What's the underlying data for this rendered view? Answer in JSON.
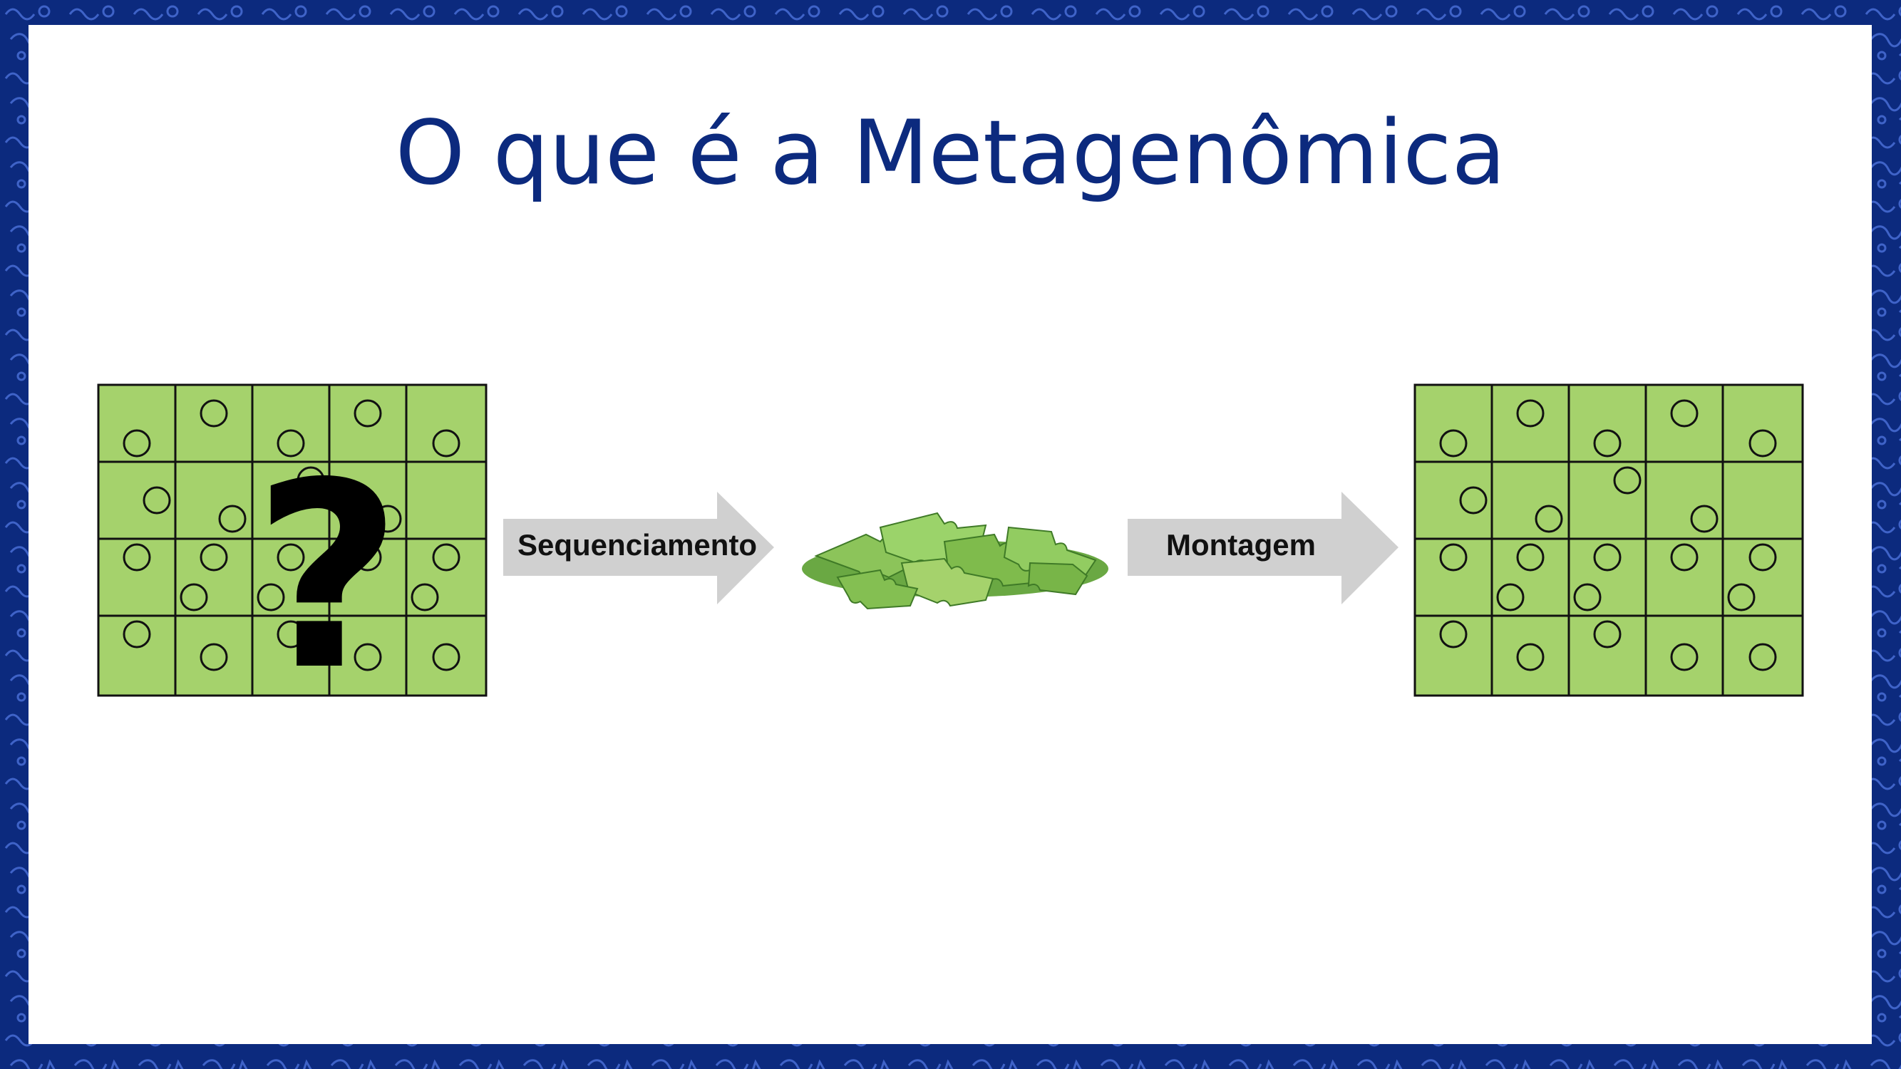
{
  "slide": {
    "title": "O que é a Metagenômica"
  },
  "flow": {
    "step1_label": "Sequenciamento",
    "step2_label": "Montagem",
    "unknown_symbol": "?"
  },
  "colors": {
    "frame": "#0c2a7e",
    "title": "#0c2a7e",
    "puzzle_fill": "#a5d26c",
    "puzzle_lines": "#000000",
    "arrow_fill": "#d0d0d0",
    "pile_green": "#6aa843"
  }
}
